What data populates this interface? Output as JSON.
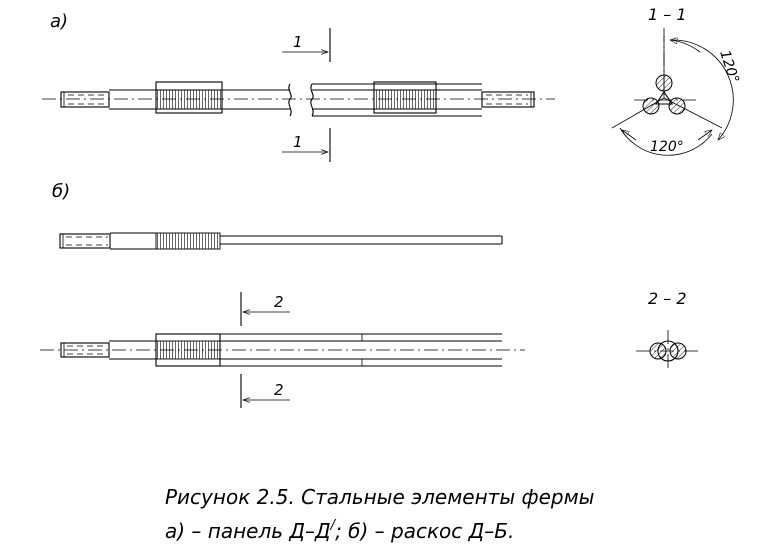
{
  "labels": {
    "part_a": "а)",
    "part_b": "б)",
    "section_1_title": "1 – 1",
    "section_2_title": "2 – 2",
    "cut_1_top": "1",
    "cut_1_bottom": "1",
    "cut_2_top": "2",
    "cut_2_bottom": "2",
    "angle_right": "120°",
    "angle_bottom": "120°"
  },
  "caption": {
    "line1": "Рисунок 2.5. Стальные элементы фермы",
    "line2_part1": "а) – панель Д–Д",
    "line2_prime": "/",
    "line2_part2": "; б) – раскос Д–Б."
  }
}
